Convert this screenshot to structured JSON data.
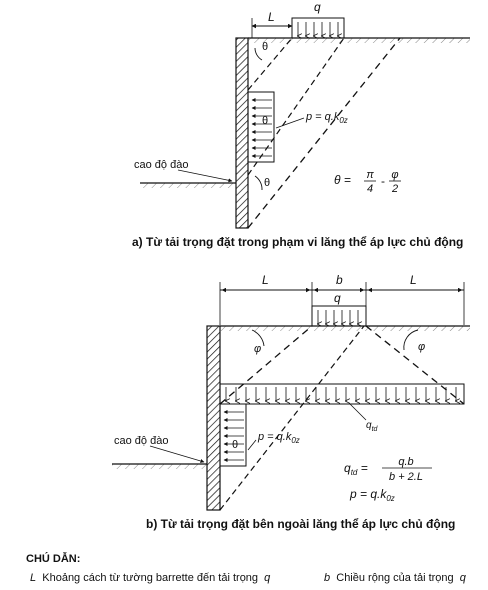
{
  "figure_a": {
    "caption": "a)  Từ tải trọng đặt trong phạm vi lăng thể áp lực chủ động",
    "label_L": "L",
    "label_q": "q",
    "label_theta": "θ",
    "label_p": "p = q.k",
    "label_p_sub": "0z",
    "label_excavation": "cao độ đào",
    "formula_lhs": "θ = ",
    "formula_pi": "π",
    "formula_4": "4",
    "formula_minus": "-",
    "formula_phi": "φ",
    "formula_2": "2"
  },
  "figure_b": {
    "caption": "b)  Từ tải trọng đặt bên ngoài lăng thể áp lực chủ động",
    "label_L_left": "L",
    "label_b": "b",
    "label_L_right": "L",
    "label_q": "q",
    "label_phi_left": "φ",
    "label_phi_right": "φ",
    "label_qtd": "q",
    "label_qtd_sub": "td",
    "label_theta": "θ",
    "label_p": "p = q.k",
    "label_p_sub": "0z",
    "label_excavation": "cao độ đào",
    "formula_qtd": "q",
    "formula_qtd_sub": "td",
    "formula_eq": " = ",
    "formula_num": "q.b",
    "formula_den": "b + 2.L",
    "formula_p": "p = q.k",
    "formula_p_sub": "0z"
  },
  "legend": {
    "title": "CHÚ DẪN:",
    "L_symbol": "L",
    "L_text": "Khoảng cách từ tường barrette đến tải trọng",
    "L_q": "q",
    "b_symbol": "b",
    "b_text": "Chiều rộng của tải trọng",
    "b_q": "q"
  }
}
